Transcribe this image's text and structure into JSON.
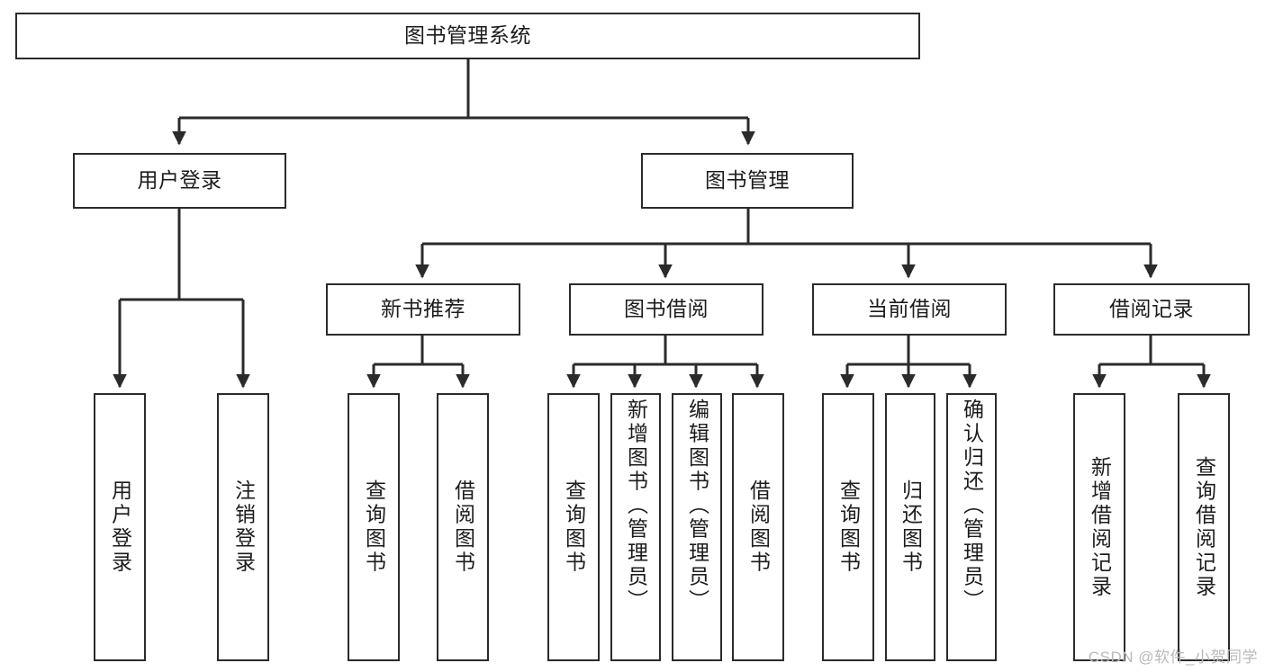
{
  "diagram": {
    "type": "hierarchy-tree",
    "title": "图书管理系统",
    "watermark": "CSDN @软件_小贺同学",
    "colors": {
      "box_border": "#2b2b2b",
      "box_fill": "#ffffff",
      "connector": "#2b2b2b",
      "text": "#1c1c1c",
      "watermark": "#b9b9b9"
    },
    "root": {
      "label": "图书管理系统"
    },
    "level2": [
      {
        "label": "用户登录"
      },
      {
        "label": "图书管理"
      }
    ],
    "level3": [
      {
        "label": "新书推荐"
      },
      {
        "label": "图书借阅"
      },
      {
        "label": "当前借阅"
      },
      {
        "label": "借阅记录"
      }
    ],
    "leaves": {
      "user_login": [
        {
          "label": "用户登录"
        },
        {
          "label": "注销登录"
        }
      ],
      "new_book_recommend": [
        {
          "label": "查询图书"
        },
        {
          "label": "借阅图书"
        }
      ],
      "book_borrow": [
        {
          "label": "查询图书"
        },
        {
          "label": "新增图书（管理员）"
        },
        {
          "label": "编辑图书（管理员）"
        },
        {
          "label": "借阅图书"
        }
      ],
      "current_borrow": [
        {
          "label": "查询图书"
        },
        {
          "label": "归还图书"
        },
        {
          "label": "确认归还（管理员）"
        }
      ],
      "borrow_record": [
        {
          "label": "新增借阅记录"
        },
        {
          "label": "查询借阅记录"
        }
      ]
    }
  }
}
